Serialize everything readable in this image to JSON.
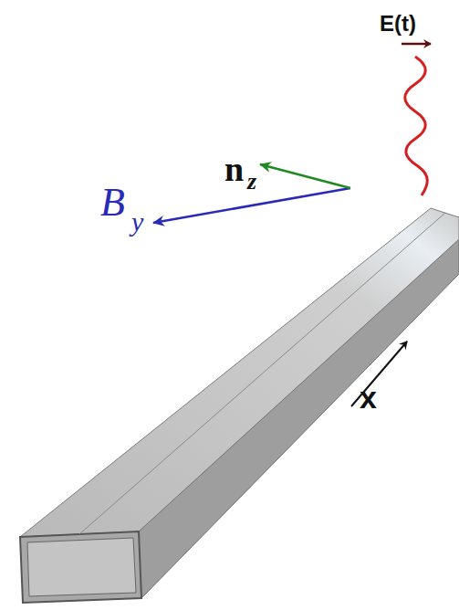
{
  "diagram": {
    "labels": [
      "E(t)",
      "B",
      "y",
      "n",
      "z",
      "x"
    ]
  }
}
